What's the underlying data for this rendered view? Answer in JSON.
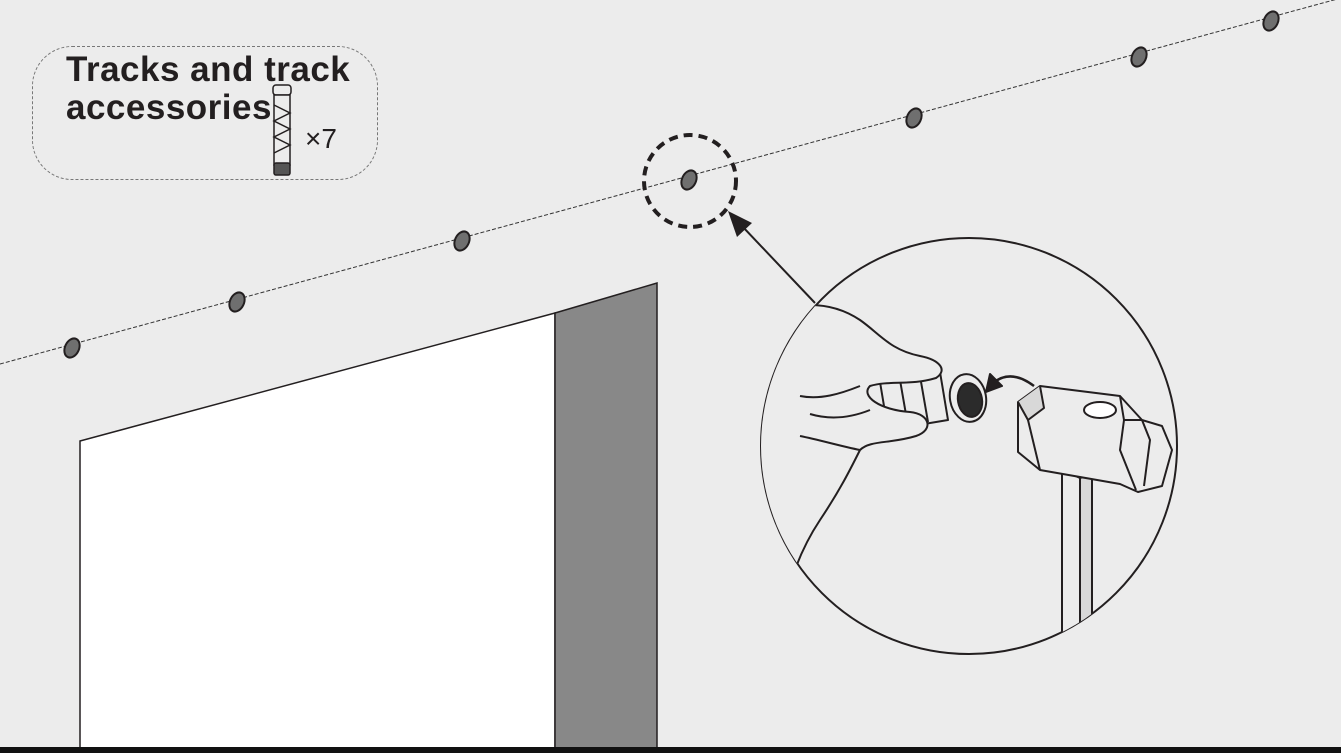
{
  "label": {
    "line1": "Tracks and track",
    "line2": "accessories",
    "quantity": "×7"
  },
  "icons": {
    "accessory": "wall-anchor-icon",
    "tool": "hammer-icon",
    "hand": "hand-icon"
  },
  "colors": {
    "background": "#ececec",
    "door_panel": "#ffffff",
    "door_frame": "#888888",
    "ink": "#231f20"
  }
}
